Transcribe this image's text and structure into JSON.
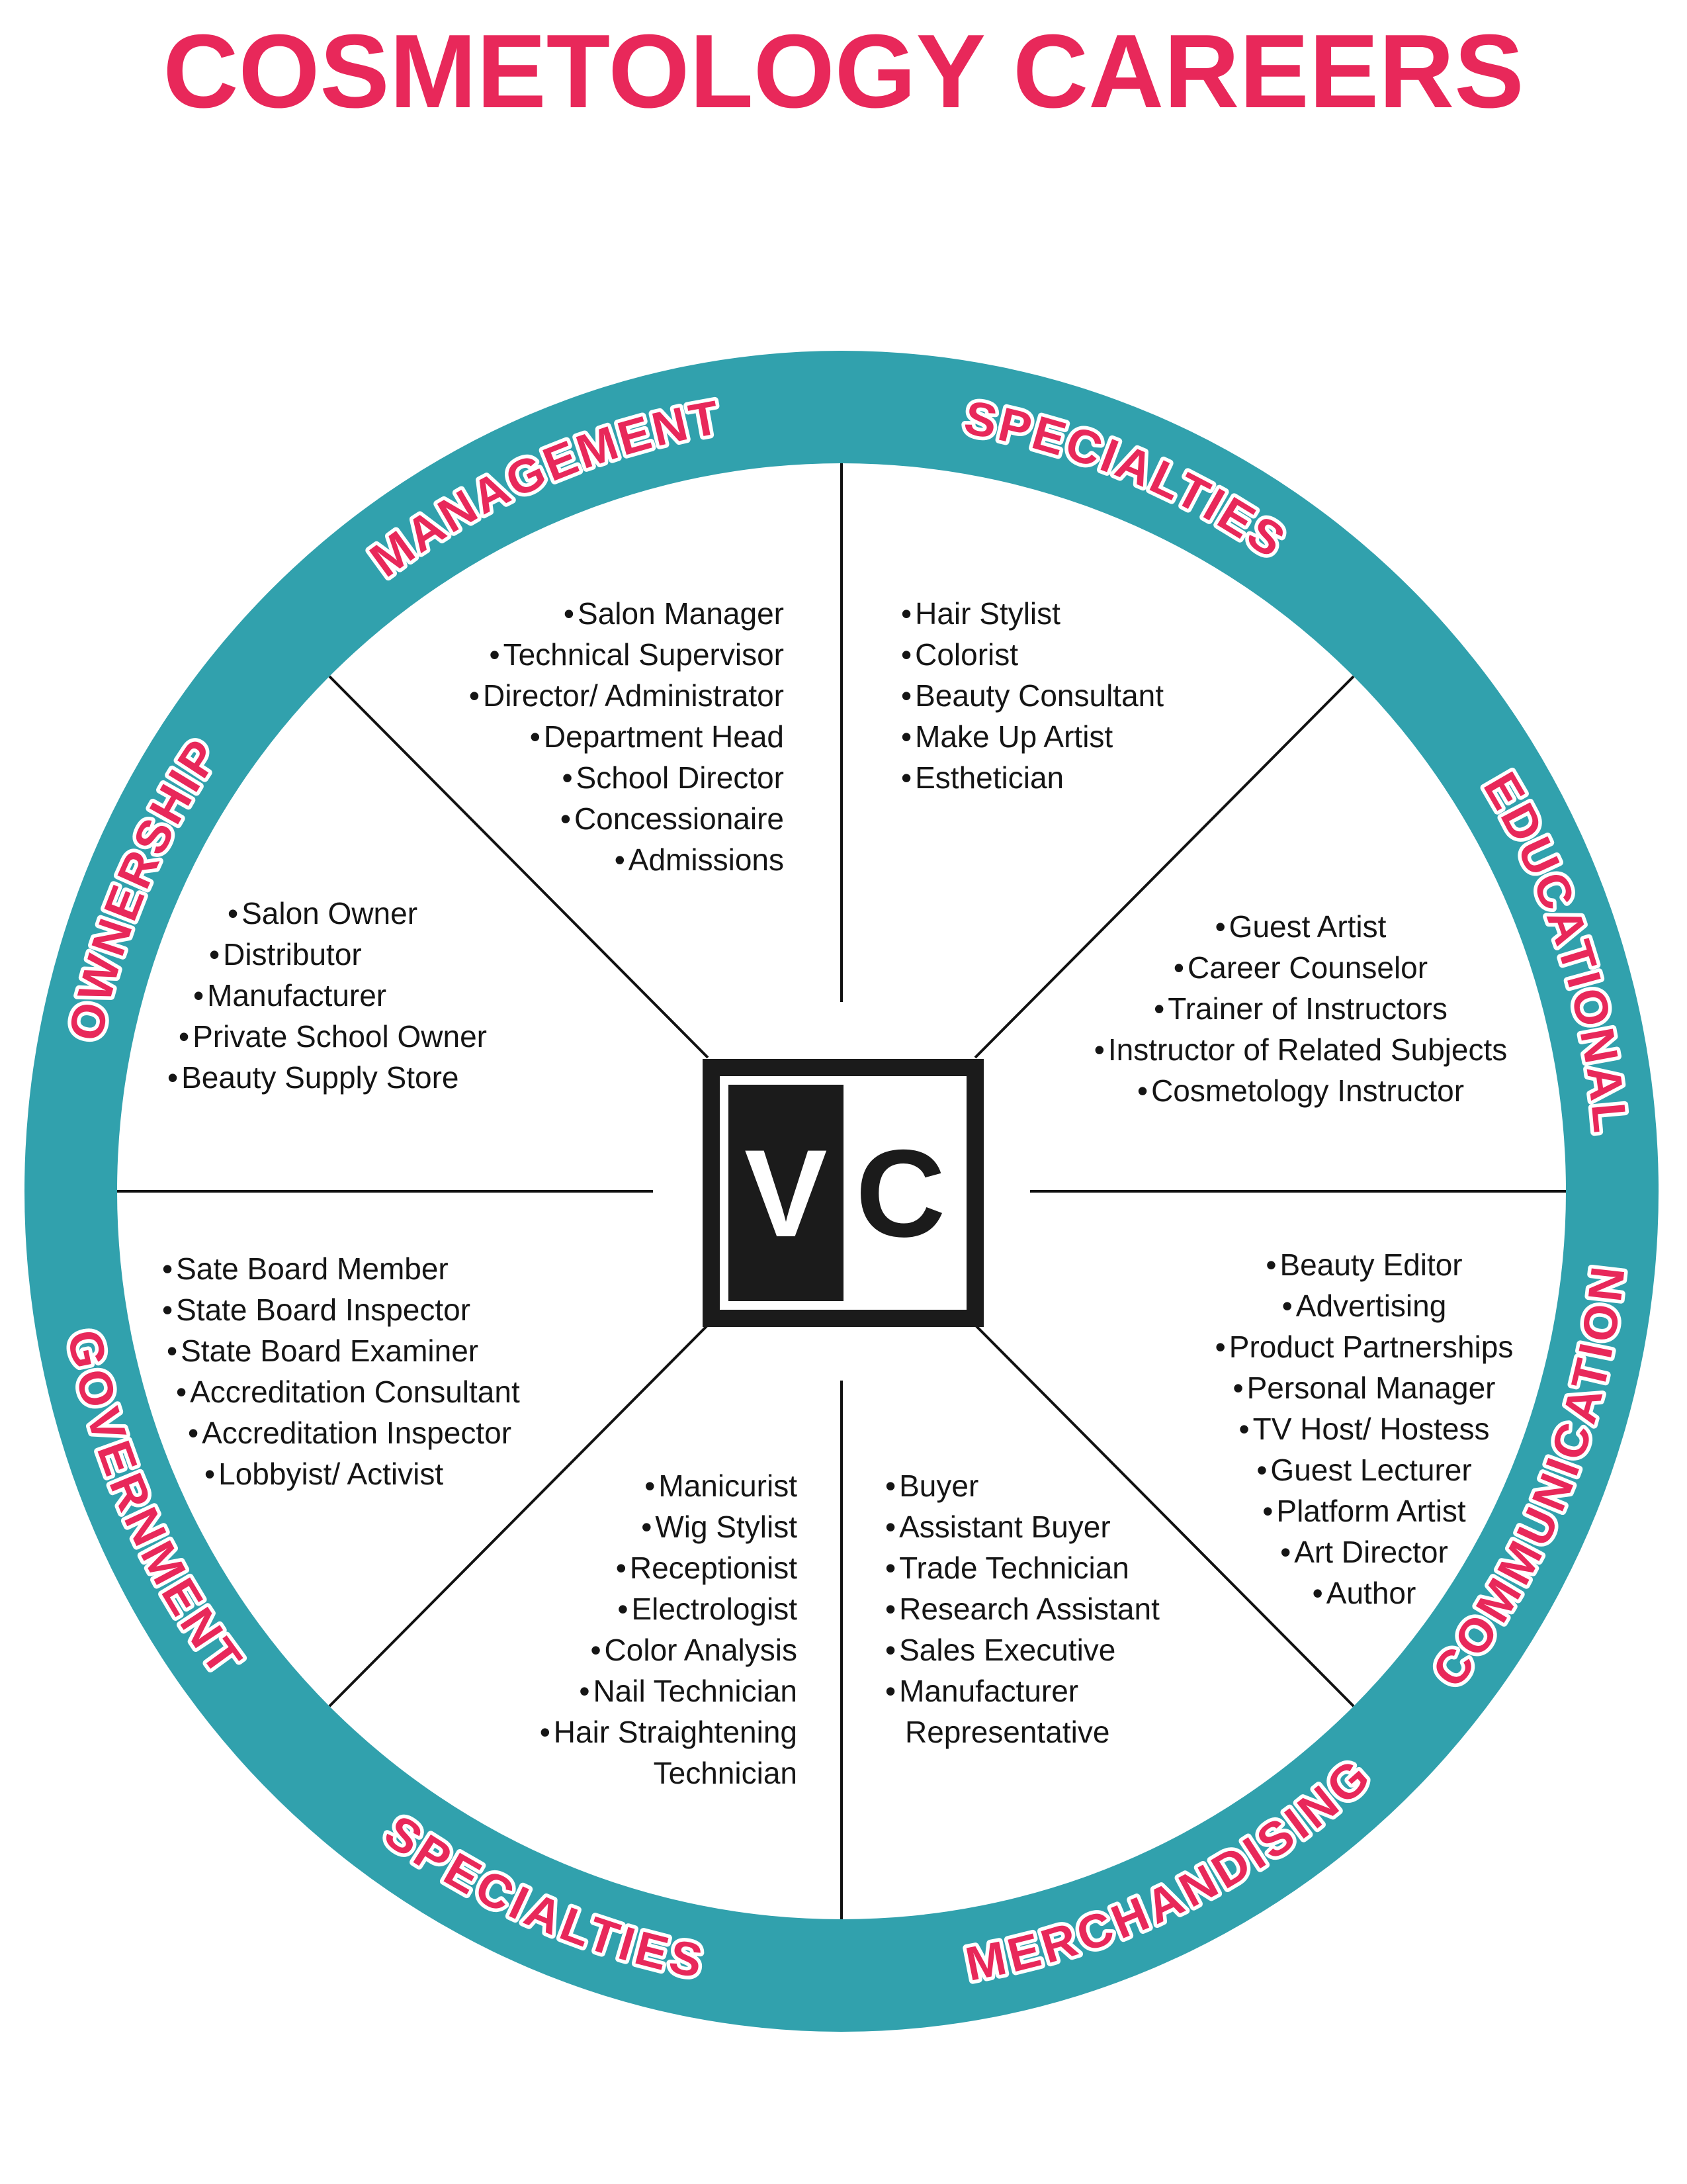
{
  "title": "COSMETOLOGY CAREERS",
  "bullet": "•",
  "colors": {
    "accent_pink": "#E8285A",
    "ring_teal": "#31A1AD",
    "text_black": "#151515"
  },
  "logo": {
    "letter_v": "V",
    "letter_c": "C"
  },
  "wheel": {
    "sections": [
      {
        "id": "management",
        "label": "MANAGEMENT",
        "lines": [
          {
            "t": "Salon Manager",
            "b": true
          },
          {
            "t": "Technical Supervisor",
            "b": true
          },
          {
            "t": "Director/ Administrator",
            "b": true
          },
          {
            "t": "Department Head",
            "b": true
          },
          {
            "t": "School Director",
            "b": true
          },
          {
            "t": "Concessionaire",
            "b": true
          },
          {
            "t": "Admissions",
            "b": true
          }
        ]
      },
      {
        "id": "specialties-top",
        "label": "SPECIALTIES",
        "lines": [
          {
            "t": "Hair Stylist",
            "b": true
          },
          {
            "t": "Colorist",
            "b": true
          },
          {
            "t": "Beauty Consultant",
            "b": true
          },
          {
            "t": "Make Up Artist",
            "b": true
          },
          {
            "t": "Esthetician",
            "b": true
          }
        ]
      },
      {
        "id": "educational",
        "label": "EDUCATIONAL",
        "lines": [
          {
            "t": "Guest Artist",
            "b": true
          },
          {
            "t": "Career Counselor",
            "b": true
          },
          {
            "t": "Trainer of Instructors",
            "b": true
          },
          {
            "t": "Instructor of Related Subjects",
            "b": true
          },
          {
            "t": "Cosmetology Instructor",
            "b": true
          }
        ]
      },
      {
        "id": "communication",
        "label": "COMMUNICATION",
        "lines": [
          {
            "t": "Beauty Editor",
            "b": true
          },
          {
            "t": "Advertising",
            "b": true
          },
          {
            "t": "Product Partnerships",
            "b": true
          },
          {
            "t": "Personal Manager",
            "b": true
          },
          {
            "t": "TV Host/ Hostess",
            "b": true
          },
          {
            "t": "Guest Lecturer",
            "b": true
          },
          {
            "t": "Platform Artist",
            "b": true
          },
          {
            "t": "Art Director",
            "b": true
          },
          {
            "t": "Author",
            "b": true
          }
        ]
      },
      {
        "id": "merchandising",
        "label": "MERCHANDISING",
        "lines": [
          {
            "t": "Buyer",
            "b": true
          },
          {
            "t": "Assistant Buyer",
            "b": true
          },
          {
            "t": "Trade Technician",
            "b": true
          },
          {
            "t": "Research Assistant",
            "b": true
          },
          {
            "t": "Sales Executive",
            "b": true
          },
          {
            "t": "Manufacturer",
            "b": true
          },
          {
            "t": "Representative",
            "b": false
          }
        ]
      },
      {
        "id": "specialties-bottom",
        "label": "SPECIALTIES",
        "lines": [
          {
            "t": "Manicurist",
            "b": true
          },
          {
            "t": "Wig Stylist",
            "b": true
          },
          {
            "t": "Receptionist",
            "b": true
          },
          {
            "t": "Electrologist",
            "b": true
          },
          {
            "t": "Color Analysis",
            "b": true
          },
          {
            "t": "Nail Technician",
            "b": true
          },
          {
            "t": "Hair Straightening",
            "b": true
          },
          {
            "t": "Technician",
            "b": false
          }
        ]
      },
      {
        "id": "government",
        "label": "GOVERNMENT",
        "lines": [
          {
            "t": "Sate Board Member",
            "b": true
          },
          {
            "t": "State Board Inspector",
            "b": true
          },
          {
            "t": "State Board Examiner",
            "b": true
          },
          {
            "t": "Accreditation Consultant",
            "b": true
          },
          {
            "t": "Accreditation Inspector",
            "b": true
          },
          {
            "t": "Lobbyist/ Activist",
            "b": true
          }
        ]
      },
      {
        "id": "ownership",
        "label": "OWNERSHIP",
        "lines": [
          {
            "t": "Salon Owner",
            "b": true
          },
          {
            "t": "Distributor",
            "b": true
          },
          {
            "t": "Manufacturer",
            "b": true
          },
          {
            "t": "Private School Owner",
            "b": true
          },
          {
            "t": "Beauty Supply Store",
            "b": true
          }
        ]
      }
    ]
  }
}
